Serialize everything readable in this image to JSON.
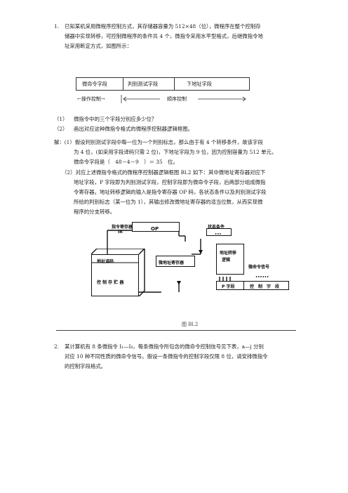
{
  "q1": {
    "number": "1.",
    "lines": [
      "已知某机采用微程序控制方式，其存储器容量为 512×48（位），微程序在整个控制存",
      "储器中实现转移，可控制微程序的条件共 4 个，微指令采用水平型格式，后继微指令地",
      "址采用断定方式，如图所示："
    ],
    "format": {
      "fields": [
        "微命令字段",
        "判别测试字段",
        "下地址字段"
      ],
      "op_control": "←操作控制→",
      "seq_control": "顺序控制"
    },
    "sub_questions": [
      {
        "num": "（1）",
        "text": "微指令中的三个字段分别应多少位？"
      },
      {
        "num": "（2）",
        "text": "画出对应这种微指令格式的微程序控制器逻辑框图。"
      }
    ]
  },
  "answer": {
    "lines": [
      "解：(1）假设判别测试字段中每一位为一个判别标志，那么由于有 4 个转移条件，故该字段",
      "为 4 位，(如采用字段译码只需 2 位)，下地址字段为 9 位，因为控制容量为 512 单元，",
      "微命令字段是（　48－4－9　）＝ 35　位。",
      "（2）对应上述微指令格式的微程序控制器逻辑框图 Bl.2 如下：其中微地址寄存器对应下",
      "地址字段，P 字段即为判别测试字段，控制字段即为微命令子段，后两部分组成微指",
      "令寄存器。地址转移逻辑的输入是指令寄存器 OP 码，各状态条件以及判别测试字段",
      "所给的判别标志（某一位为 1），其输出修改微地址寄存器的适当位数，从而实现微",
      "程序的分支转移。"
    ]
  },
  "figure": {
    "ir_label": "指令寄存器",
    "ir_label2": "IR",
    "op": "OP",
    "status": "状态条件",
    "dots": "•••",
    "addr_decode": "地址译码",
    "cs_memory": "控 制 存 贮 器",
    "micro_addr_reg": "微地址寄存器",
    "addr_transfer": [
      "地址转移",
      "逻辑"
    ],
    "micro_cmd_signal": "微命令信号",
    "dots2": "••••••",
    "p_field": "P 字段",
    "ctrl_field": "控　制　字　段",
    "caption": "图 Bl.2"
  },
  "q2": {
    "number": "2.",
    "lines": [
      "某计算机有 8 条微指令 I₁—I₈，每条微指令所包含的微命令控制信号见下表，a—j 分别",
      "对应 10 种不同性质的微命令信号。假设一条微指令的控制字段仅限 8 位，请安排微指令",
      "的控制字段格式。"
    ]
  }
}
